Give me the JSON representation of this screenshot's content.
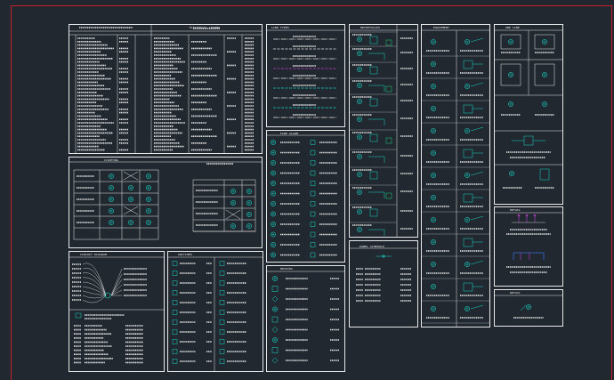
{
  "drawing": {
    "background": "#212830",
    "frame_color": "#c8202a",
    "line_color": "#e8e8e8",
    "symbol_color": "#18d8c8",
    "accent_color": "#c040d0",
    "blue_color": "#3a6ad8"
  },
  "panels": [
    {
      "id": "legend-table",
      "title": "ELECTRICAL LEGEND"
    },
    {
      "id": "line-types",
      "title": "LINE TYPES"
    },
    {
      "id": "fire-alarm",
      "title": "FIRE ALARM"
    },
    {
      "id": "devices",
      "title": "DEVICES"
    },
    {
      "id": "switches",
      "title": "SWITCHES"
    },
    {
      "id": "lighting-matrix",
      "title": "LIGHTING"
    },
    {
      "id": "panel-schedule",
      "title": "PANEL SCHEDULE"
    },
    {
      "id": "circuit-diagram",
      "title": "CIRCUIT DIAGRAM"
    },
    {
      "id": "receptacles",
      "title": "RECEPTACLES"
    },
    {
      "id": "equipment",
      "title": "EQUIPMENT"
    },
    {
      "id": "one-line",
      "title": "ONE LINE"
    },
    {
      "id": "detail-a",
      "title": "DETAIL"
    },
    {
      "id": "detail-b",
      "title": "DETAIL"
    }
  ]
}
